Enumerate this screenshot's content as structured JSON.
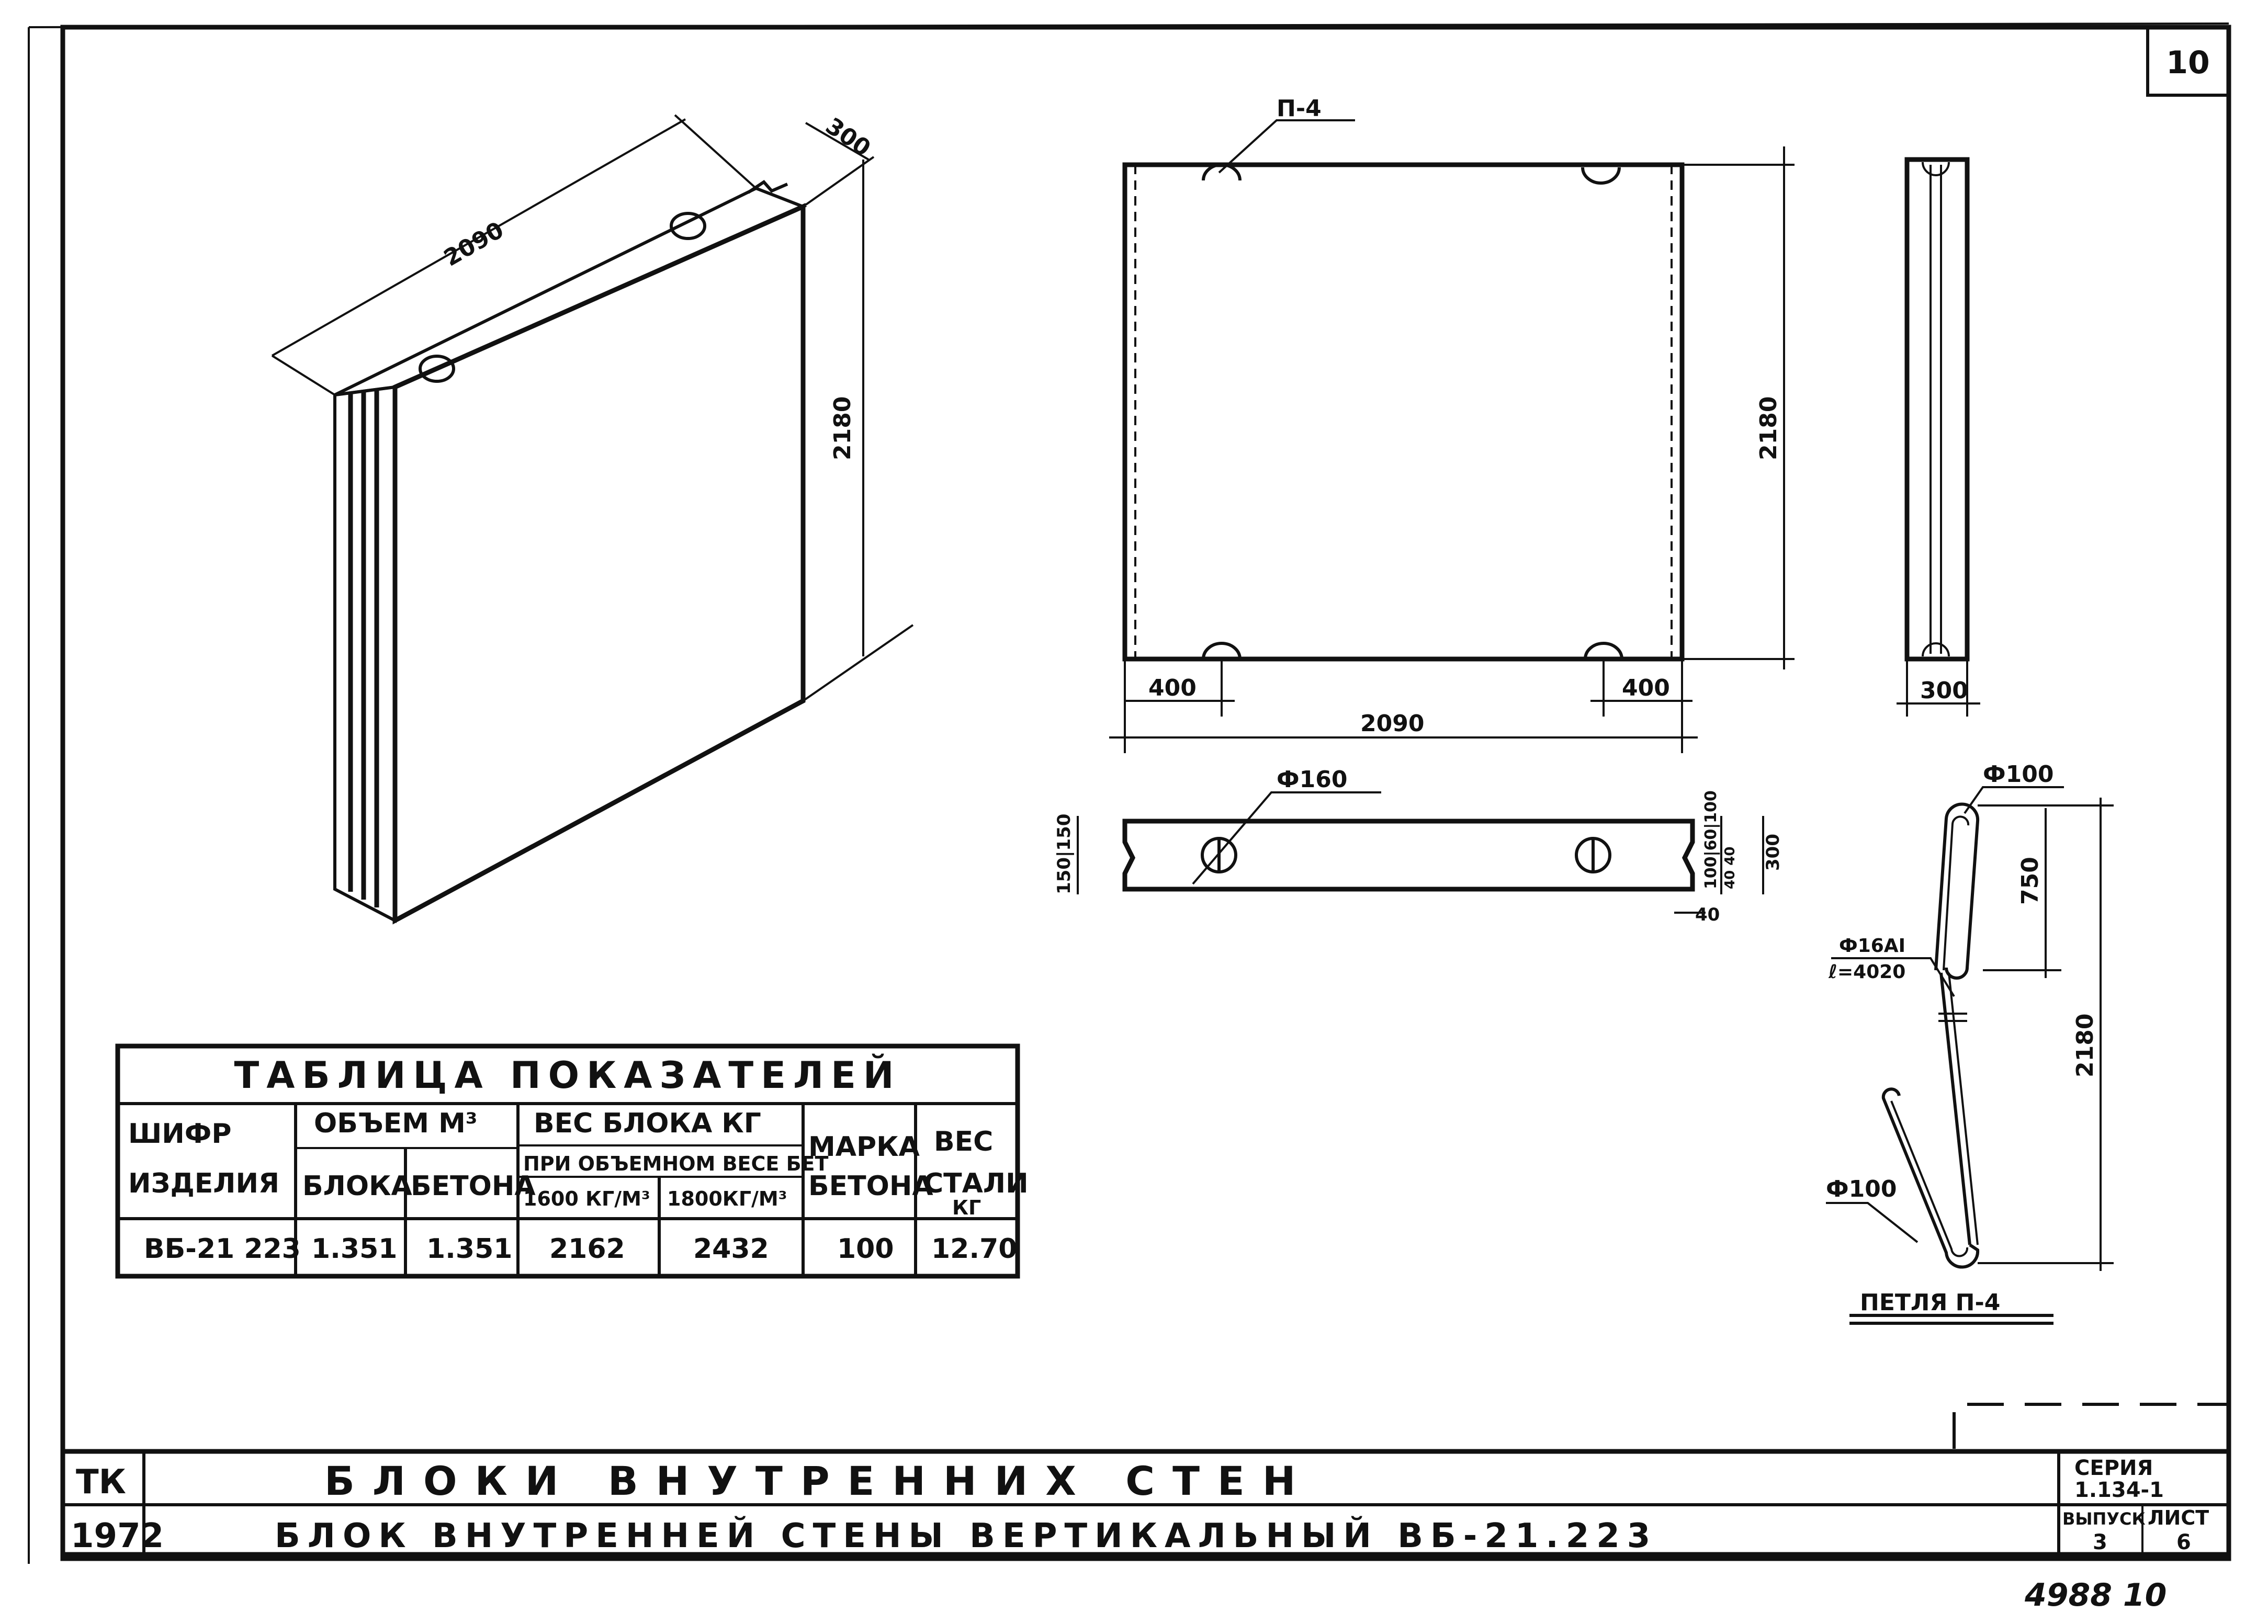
{
  "sheet": {
    "page_number": "10",
    "footer_number": "4988  10"
  },
  "iso_view": {
    "dim_length": "2090",
    "dim_thickness": "300",
    "dim_height": "2180"
  },
  "front_view": {
    "loop_label": "П-4",
    "dim_height": "2180",
    "dim_left_offset": "400",
    "dim_right_offset": "400",
    "dim_width": "2090"
  },
  "side_view": {
    "dim_thickness": "300"
  },
  "plan_view": {
    "hole_label": "Ф160",
    "dim_left": "150|150",
    "dim_right": "100|60|100",
    "dim_right_sub": "40  40",
    "dim_total": "300",
    "dim_notch": "40"
  },
  "loop_detail": {
    "label_top": "Ф100",
    "label_bar": "Ф16AI",
    "label_length": "ℓ=4020",
    "label_bottom": "Ф100",
    "dim_top": "750",
    "dim_total": "2180",
    "caption": "ПЕТЛЯ П-4"
  },
  "table": {
    "title": "ТАБЛИЦА  ПОКАЗАТЕЛЕЙ",
    "col_code_1": "ШИФР",
    "col_code_2": "ИЗДЕЛИЯ",
    "col_volume": "ОБЪЕМ М³",
    "col_volume_block": "БЛОКА",
    "col_volume_concrete": "БЕТОНА",
    "col_weight": "ВЕС БЛОКА  КГ",
    "col_weight_sub": "ПРИ ОБЪЕМНОМ ВЕСЕ БЕТ",
    "col_weight_1600": "1600 КГ/М³",
    "col_weight_1800": "1800КГ/М³",
    "col_grade_1": "МАРКА",
    "col_grade_2": "БЕТОНА",
    "col_steel_1": "ВЕС",
    "col_steel_2": "СТАЛИ",
    "col_steel_3": "КГ",
    "row": {
      "code": "ВБ-21 223",
      "volume_block": "1.351",
      "volume_concrete": "1.351",
      "weight_1600": "2162",
      "weight_1800": "2432",
      "grade": "100",
      "steel": "12.70"
    }
  },
  "title_block": {
    "org": "ТК",
    "year": "1972",
    "line1": "БЛОКИ  ВНУТРЕННИХ  СТЕН",
    "line2": "БЛОК  ВНУТРЕННЕЙ  СТЕНЫ  ВЕРТИКАЛЬНЫЙ  ВБ-21.223",
    "series_label": "СЕРИЯ",
    "series_value": "1.134-1",
    "issue_label": "ВЫПУСК",
    "issue_value": "3",
    "sheet_label": "ЛИСТ",
    "sheet_value": "6"
  }
}
